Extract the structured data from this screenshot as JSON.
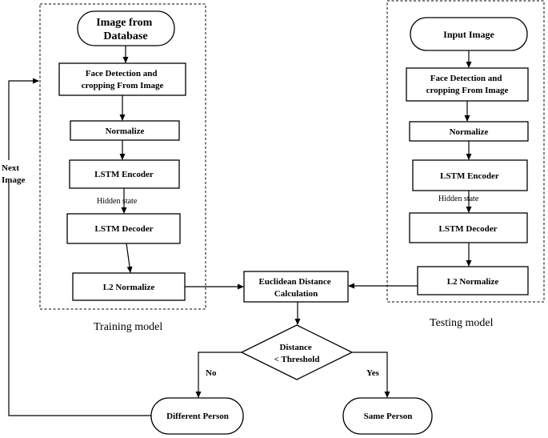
{
  "training": {
    "caption": "Training model",
    "start": [
      "Image from",
      "Database"
    ],
    "face_detect": [
      "Face Detection and",
      "cropping  From Image"
    ],
    "normalize": "Normalize",
    "encoder": "LSTM Encoder",
    "hidden": "Hidden  state",
    "decoder": "LSTM Decoder",
    "l2": "L2 Normalize"
  },
  "testing": {
    "caption": "Testing model",
    "start": "Input Image",
    "face_detect": [
      "Face Detection and",
      "cropping  From Image"
    ],
    "normalize": "Normalize",
    "encoder": "LSTM Encoder",
    "hidden": "Hidden  state",
    "decoder": "LSTM Decoder",
    "l2": "L2 Normalize"
  },
  "euclid": [
    "Euclidean  Distance",
    "Calculation"
  ],
  "decision": [
    "Distance",
    "< Threshold"
  ],
  "branch_no": "No",
  "branch_yes": "Yes",
  "different": "Different Person",
  "same": "Same Person",
  "loop_label": [
    "Next",
    "Image"
  ]
}
